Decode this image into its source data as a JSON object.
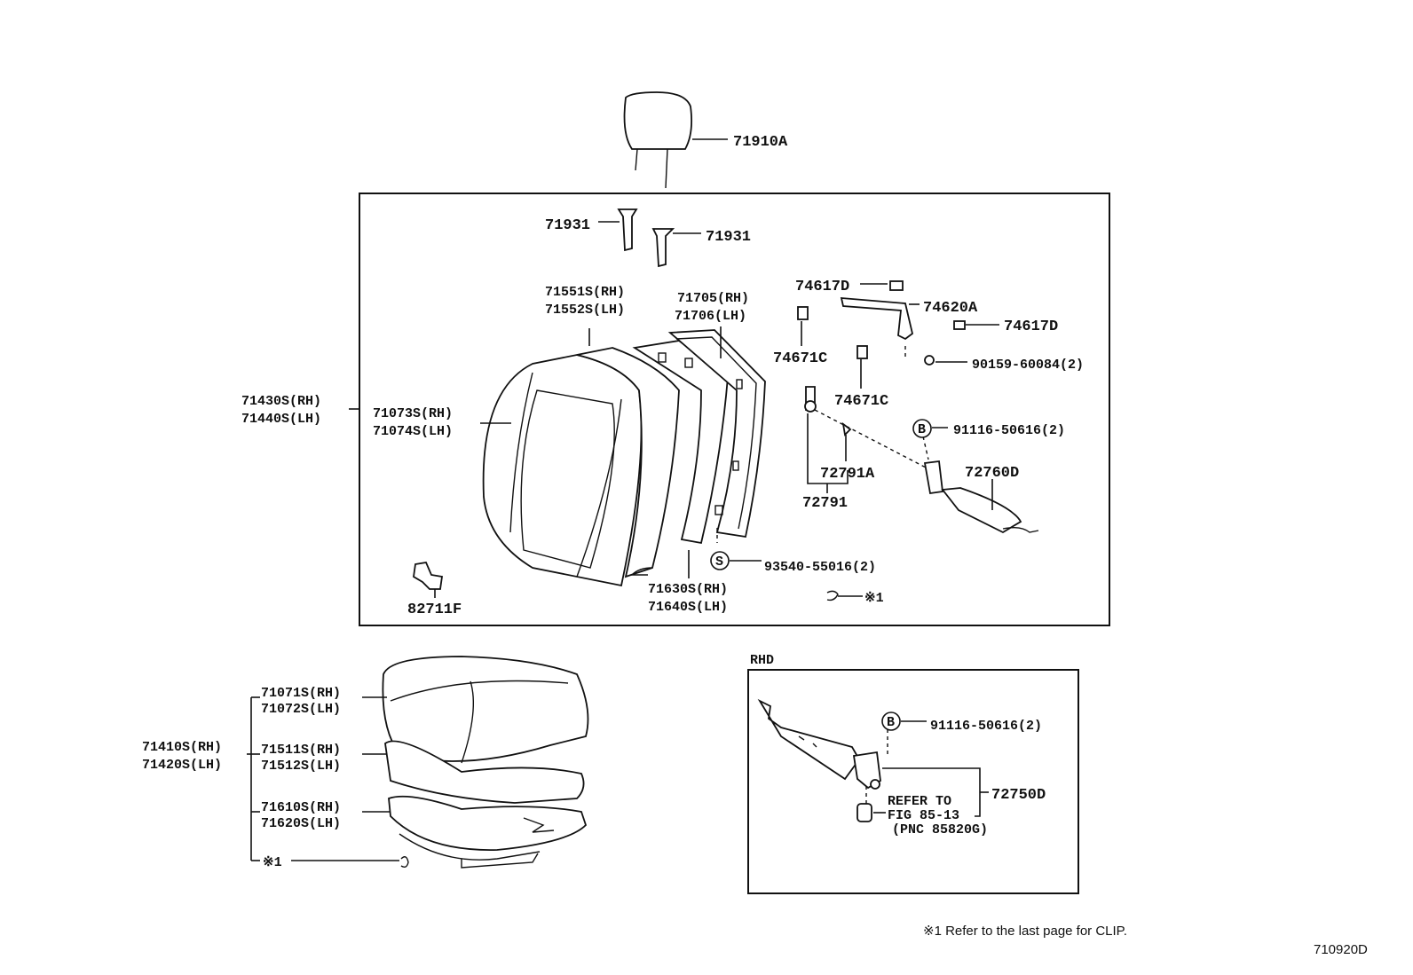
{
  "labels": {
    "headrest": "71910A",
    "support_a": "71931",
    "support_b": "71931",
    "back_cover_rh": "71551S(RH)",
    "back_cover_lh": "71552S(LH)",
    "frame_rh": "71705(RH)",
    "frame_lh": "71706(LH)",
    "back_assy_rh": "71430S(RH)",
    "back_assy_lh": "71440S(LH)",
    "back_cover2_rh": "71073S(RH)",
    "back_cover2_lh": "71074S(LH)",
    "clip_a": "74617D",
    "clip_b": "74617D",
    "bracket": "74620A",
    "grommet_a": "74671C",
    "grommet_b": "74671C",
    "screw": "90159-60084(2)",
    "bolt_b": "91116-50616(2)",
    "cable_a": "72791A",
    "cable": "72791",
    "lever": "72760D",
    "screw_s": "93540-55016(2)",
    "pad_rh": "71630S(RH)",
    "pad_lh": "71640S(LH)",
    "hook": "82711F",
    "ref1": "※1",
    "cushion_cover_rh": "71071S(RH)",
    "cushion_cover_lh": "71072S(LH)",
    "cushion_assy_rh": "71410S(RH)",
    "cushion_assy_lh": "71420S(LH)",
    "cushion_pad_rh": "71511S(RH)",
    "cushion_pad_lh": "71512S(LH)",
    "cushion_frame_rh": "71610S(RH)",
    "cushion_frame_lh": "71620S(LH)",
    "ref1_b": "※1",
    "rhd_title": "RHD",
    "rhd_bolt": "91116-50616(2)",
    "rhd_lever": "72750D",
    "refer_1": "REFER TO",
    "refer_2": "FIG 85-13",
    "refer_3": "(PNC 85820G)",
    "symbol_b": "B",
    "symbol_b2": "B",
    "symbol_s": "S"
  },
  "footnote": "※1  Refer to the last page for CLIP.",
  "diagram_code": "710920D"
}
